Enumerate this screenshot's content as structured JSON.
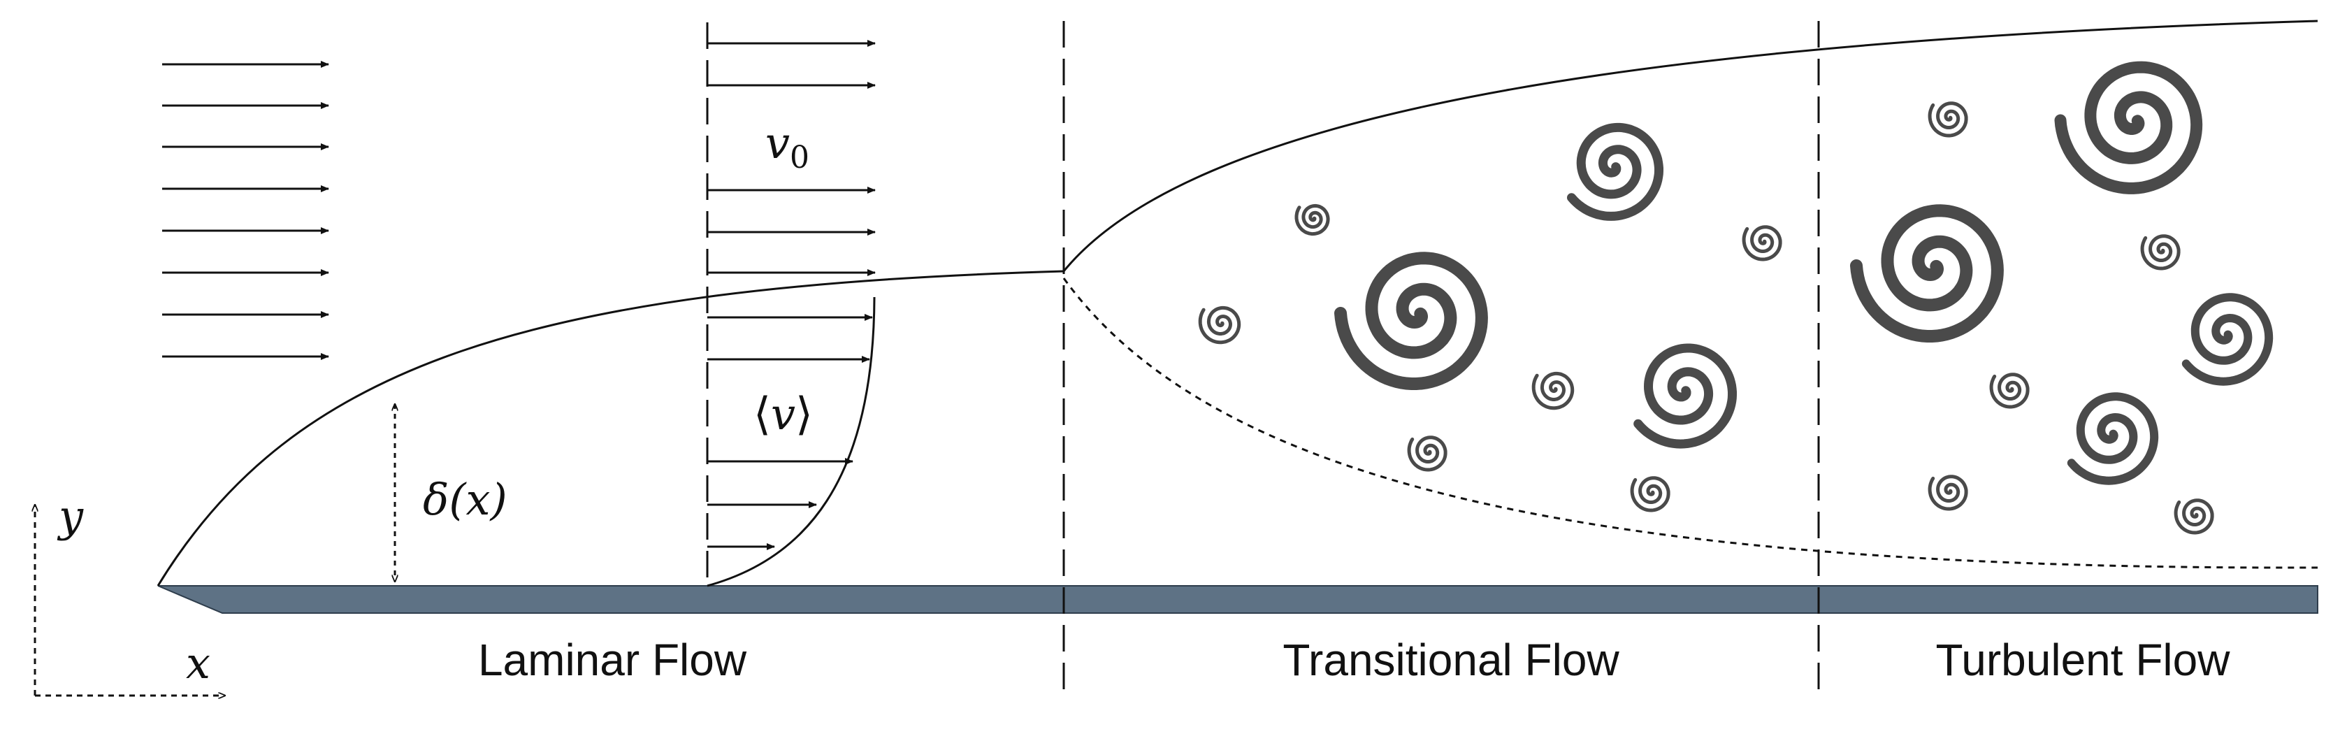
{
  "labels": {
    "region_laminar": "Laminar Flow",
    "region_transitional": "Transitional Flow",
    "region_turbulent": "Turbulent Flow",
    "free_stream_velocity": "v",
    "free_stream_velocity_subscript": "0",
    "mean_velocity": "v",
    "mean_velocity_open": "⟨",
    "mean_velocity_close": "⟩",
    "boundary_layer_thickness": "δ(x)",
    "axis_x": "x",
    "axis_y": "y"
  },
  "colors": {
    "plate": "#5e7285",
    "plate_edge": "#2e3d4c",
    "eddy": "#4a4a4a",
    "line": "#111111"
  }
}
